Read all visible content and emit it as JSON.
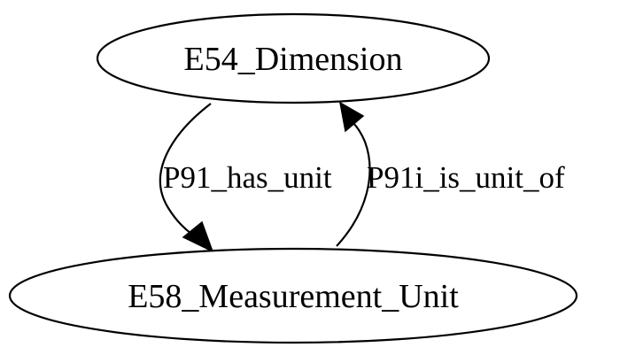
{
  "nodes": {
    "dimension": {
      "label": "E54_Dimension"
    },
    "measurement_unit": {
      "label": "E58_Measurement_Unit"
    }
  },
  "edges": {
    "has_unit": {
      "label": "P91_has_unit",
      "from": "E54_Dimension",
      "to": "E58_Measurement_Unit"
    },
    "is_unit_of": {
      "label": "P91i_is_unit_of",
      "from": "E58_Measurement_Unit",
      "to": "E54_Dimension"
    }
  }
}
